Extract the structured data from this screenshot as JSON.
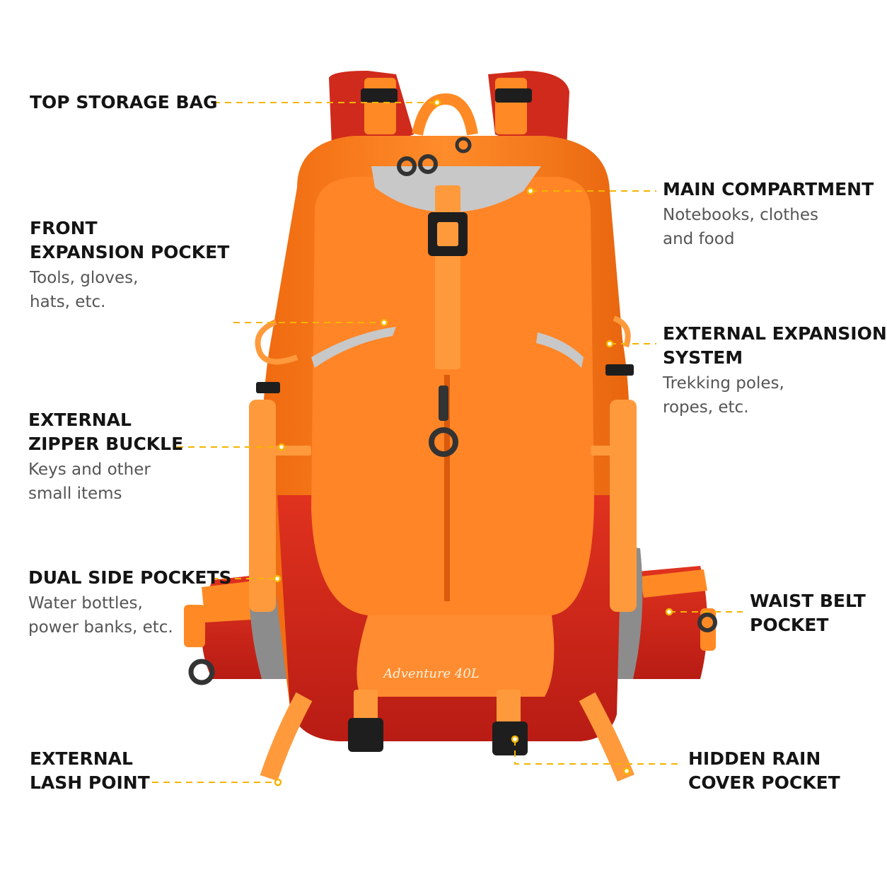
{
  "colors": {
    "accent_leader": "#f5b400",
    "pack_orange": "#f57a1c",
    "pack_orange_light": "#ff9a3c",
    "pack_red": "#d3271c",
    "reflective_gray": "#c8c8c8",
    "buckle_black": "#1e1e1e"
  },
  "pack": {
    "brand_text": "Adventure 40L"
  },
  "labels": {
    "top_storage": {
      "title": "TOP STORAGE BAG"
    },
    "main_compartment": {
      "title": "MAIN COMPARTMENT",
      "desc": "Notebooks, clothes\nand food"
    },
    "front_expansion": {
      "title": "FRONT\nEXPANSION POCKET",
      "desc": "Tools, gloves,\nhats, etc."
    },
    "external_expansion": {
      "title": "EXTERNAL EXPANSION\nSYSTEM",
      "desc": "Trekking poles,\nropes, etc."
    },
    "zipper_buckle": {
      "title": "EXTERNAL\nZIPPER BUCKLE",
      "desc": "Keys and other\nsmall items"
    },
    "side_pockets": {
      "title": "DUAL SIDE POCKETS",
      "desc": "Water bottles,\npower banks, etc."
    },
    "waist_belt": {
      "title": "WAIST BELT\nPOCKET"
    },
    "lash_point": {
      "title": "EXTERNAL\nLASH POINT"
    },
    "rain_cover": {
      "title": "HIDDEN RAIN\nCOVER POCKET"
    }
  }
}
